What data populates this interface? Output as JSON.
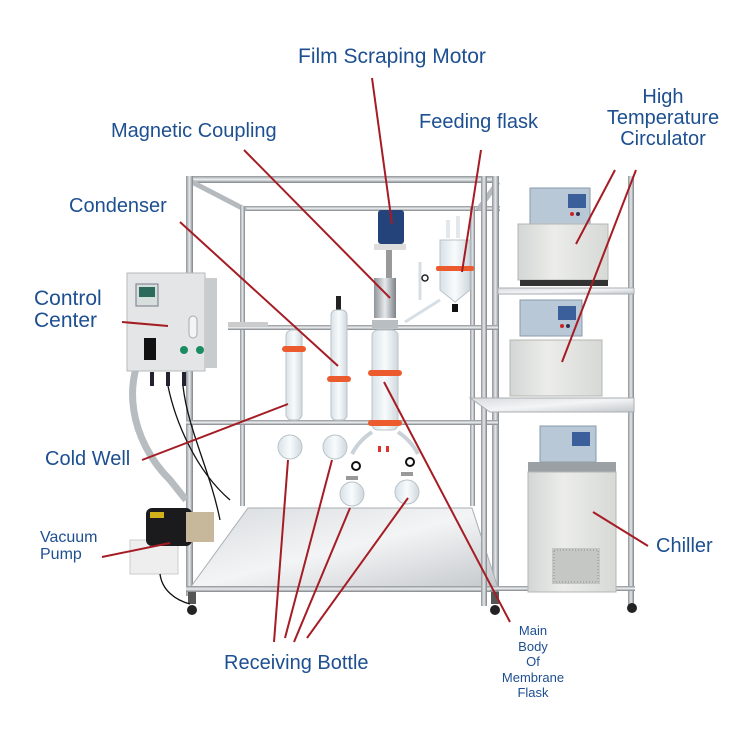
{
  "diagram": {
    "title": "Short Path Molecular Distillation System",
    "accent_line_color": "#a51c24",
    "label_color": "#1d4f91",
    "labels": {
      "film_scraping_motor": "Film Scraping Motor",
      "magnetic_coupling": "Magnetic  Coupling",
      "feeding_flask": "Feeding flask",
      "high_temperature_circulator": [
        "High",
        "Temperature",
        "Circulator"
      ],
      "condenser": "Condenser",
      "control_center": [
        "Control",
        "Center"
      ],
      "cold_well": "Cold Well",
      "vacuum_pump": [
        "Vacuum",
        "Pump"
      ],
      "chiller": "Chiller",
      "receiving_bottle": "Receiving Bottle",
      "main_body_of_membrane_flask": [
        "Main",
        "Body",
        "Of",
        "Membrane",
        "Flask"
      ]
    },
    "components": [
      "frame",
      "control-box",
      "vacuum-pump",
      "cold-well",
      "condenser",
      "membrane-flask",
      "scraping-motor",
      "feeding-flask",
      "circulator-upper",
      "circulator-lower",
      "chiller",
      "receiving-bottles",
      "shelf"
    ]
  }
}
